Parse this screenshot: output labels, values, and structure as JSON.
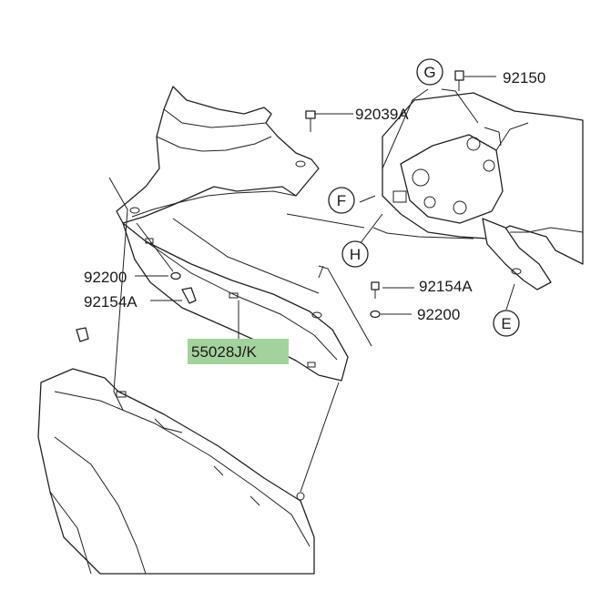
{
  "callouts": {
    "p92150": "92150",
    "p92039a": "92039A",
    "p92200_left": "92200",
    "p92154a_left": "92154A",
    "p92154a_right": "92154A",
    "p92200_right": "92200",
    "p55028jk": "55028J/K"
  },
  "circles": {
    "g": "G",
    "f": "F",
    "h": "H",
    "e": "E"
  },
  "highlight_color": "#a3d39c"
}
